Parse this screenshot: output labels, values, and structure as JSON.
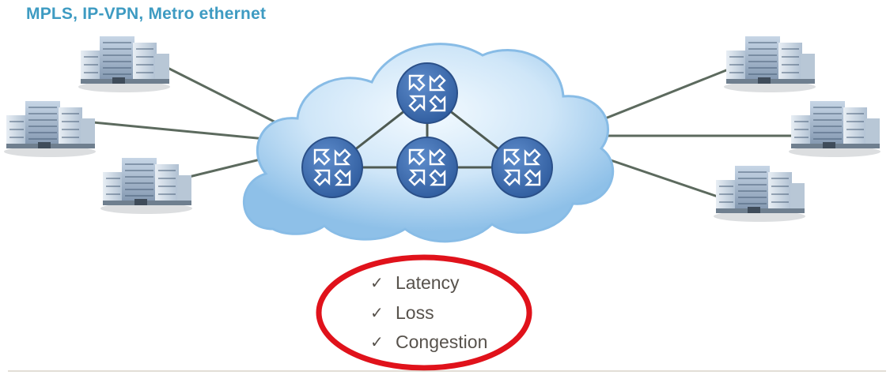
{
  "title": "MPLS, IP-VPN, Metro ethernet",
  "checklist": [
    "Latency",
    "Loss",
    "Congestion"
  ],
  "colors": {
    "title": "#3E9BC2",
    "link": "#5C6A5E",
    "router_fill": "#3D6DB2",
    "cloud_light": "#E6F3FC",
    "cloud_dark": "#88BCE6",
    "oval": "#E0121B",
    "check_text": "#57524C"
  },
  "icons": {
    "router": "router-icon",
    "building": "building-icon",
    "check": "checkmark-icon"
  }
}
